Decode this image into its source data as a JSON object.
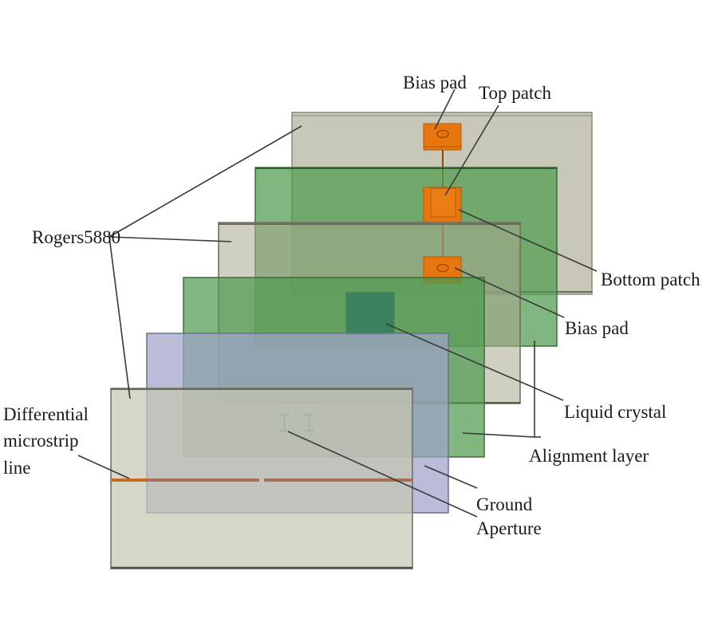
{
  "figure": {
    "type": "exploded layer stack of a liquid-crystal patch antenna",
    "labels": {
      "bias_pad_top": "Bias pad",
      "top_patch": "Top patch",
      "bottom_patch": "Bottom patch",
      "bias_pad_bottom": "Bias pad",
      "rogers": "Rogers5880",
      "liquid_crystal": "Liquid crystal",
      "alignment_layer": "Alignment layer",
      "differential_line_1": "Differential",
      "differential_line_2": "microstrip",
      "differential_line_3": "line",
      "ground": "Ground",
      "aperture": "Aperture"
    },
    "layers": [
      {
        "id": "rogers-top",
        "name": "Rogers5880",
        "color": "#c9c8b8"
      },
      {
        "id": "alignment-top",
        "name": "Alignment layer",
        "color": "#5fa860"
      },
      {
        "id": "rogers-middle",
        "name": "Rogers5880",
        "color": "#c9c8b8"
      },
      {
        "id": "alignment-bottom",
        "name": "Alignment layer",
        "color": "#5fa860"
      },
      {
        "id": "ground",
        "name": "Ground",
        "color": "#a9abcc"
      },
      {
        "id": "rogers-bottom",
        "name": "Rogers5880",
        "color": "#cbcbbb"
      }
    ],
    "colors": {
      "patch": "#e8760e",
      "liquid_crystal": "#0a3f82",
      "microstrip": "#b56a2a",
      "edge": "#6b6a5c"
    }
  }
}
